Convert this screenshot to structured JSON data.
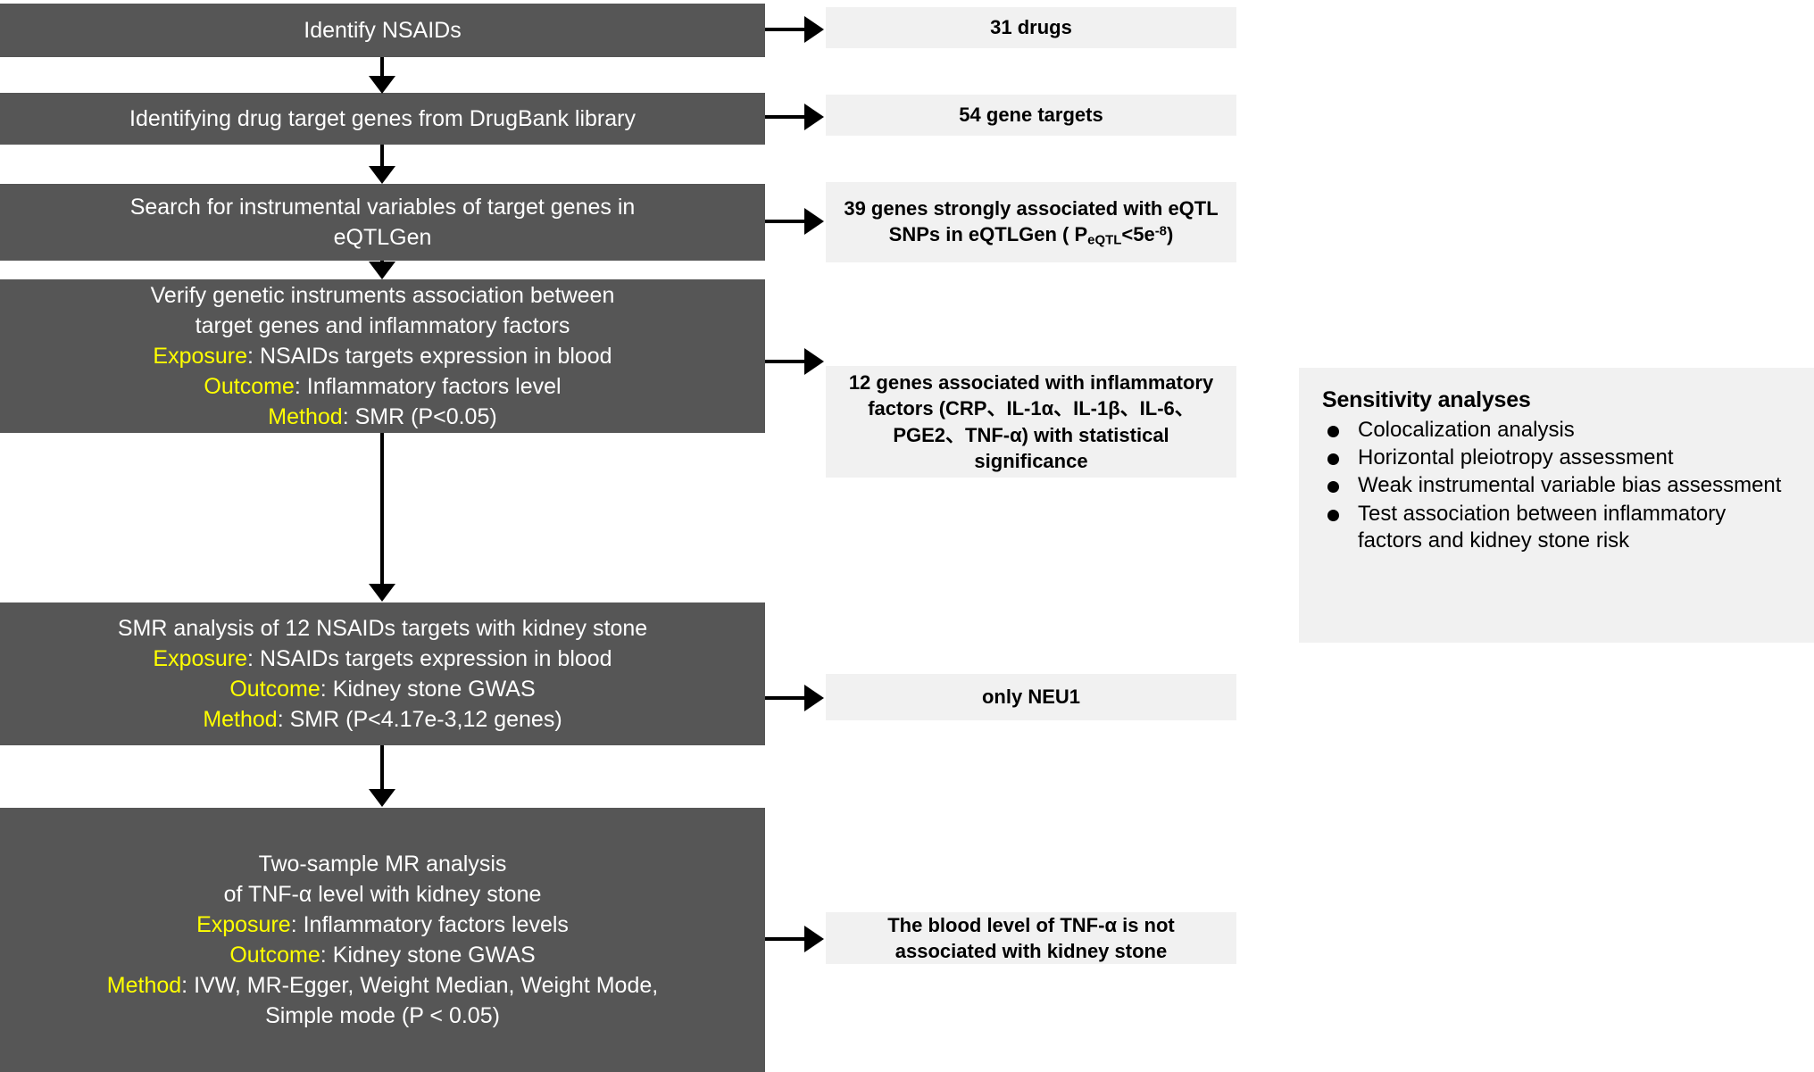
{
  "diagram": {
    "title": "NSAIDs target Mendelian randomization study flowchart",
    "colors": {
      "process_fill": "#565656",
      "process_text": "#ffffff",
      "label_accent": "#ffff00",
      "result_fill": "#f1f1f1",
      "result_text": "#000000",
      "connector": "#000000",
      "background": "#ffffff"
    }
  },
  "process_steps": [
    {
      "id": "identify-nsaids",
      "lines": [
        "Identify NSAIDs"
      ]
    },
    {
      "id": "identify-drug-target-genes",
      "lines": [
        "Identifying drug target genes from DrugBank library"
      ]
    },
    {
      "id": "search-instrumental-variables",
      "lines": [
        "Search for instrumental variables of target genes in",
        "eQTLGen"
      ]
    },
    {
      "id": "verify-genetic-instruments",
      "lines": [
        "Verify genetic instruments association between",
        "target genes and inflammatory factors"
      ],
      "fields": [
        {
          "label": "Exposure",
          "value": "NSAIDs targets expression in blood"
        },
        {
          "label": "Outcome",
          "value": "Inflammatory factors level"
        },
        {
          "label": "Method",
          "value": "SMR (P<0.05)"
        }
      ]
    },
    {
      "id": "smr-analysis-kidney-stone",
      "lines": [
        "SMR analysis of 12 NSAIDs targets with kidney stone"
      ],
      "fields": [
        {
          "label": "Exposure",
          "value": "NSAIDs targets expression in blood"
        },
        {
          "label": "Outcome",
          "value": "Kidney stone GWAS"
        },
        {
          "label": "Method",
          "value": "SMR (P<4.17e-3,12 genes)"
        }
      ]
    },
    {
      "id": "two-sample-mr-analysis",
      "lines": [
        "Two-sample MR analysis",
        "of TNF-α level with  kidney stone"
      ],
      "fields": [
        {
          "label": "Exposure",
          "value": "Inflammatory factors levels"
        },
        {
          "label": "Outcome",
          "value": "Kidney stone GWAS"
        },
        {
          "label": "Method",
          "value": "IVW, MR-Egger, Weight Median, Weight Mode,"
        },
        {
          "label": "",
          "value": "Simple mode (P < 0.05)"
        }
      ]
    }
  ],
  "results": [
    {
      "id": "result-drugs",
      "text": "31 drugs"
    },
    {
      "id": "result-gene-targets",
      "text": "54 gene targets"
    },
    {
      "id": "result-eqtl-genes",
      "text_html": "39 genes strongly associated with eQTL SNPs in eQTLGen ( P<sub>eQTL</sub><5e<sup>-8</sup>)",
      "plain": "39 genes strongly associated with eQTL SNPs in eQTLGen ( PeQTL<5e-8)"
    },
    {
      "id": "result-inflammatory-genes",
      "text": "12 genes associated with inflammatory factors (CRP、IL-1α、IL-1β、IL-6、PGE2、TNF-α) with statistical significance"
    },
    {
      "id": "result-only-neu1",
      "text": "only NEU1"
    },
    {
      "id": "result-tnf-not-associated",
      "text": "The blood level of TNF-α is not associated with kidney stone"
    }
  ],
  "sensitivity": {
    "heading": "Sensitivity analyses",
    "items": [
      "Colocalization analysis",
      "Horizontal pleiotropy assessment",
      "Weak instrumental variable bias assessment",
      "Test association between inflammatory factors and kidney stone risk"
    ]
  }
}
